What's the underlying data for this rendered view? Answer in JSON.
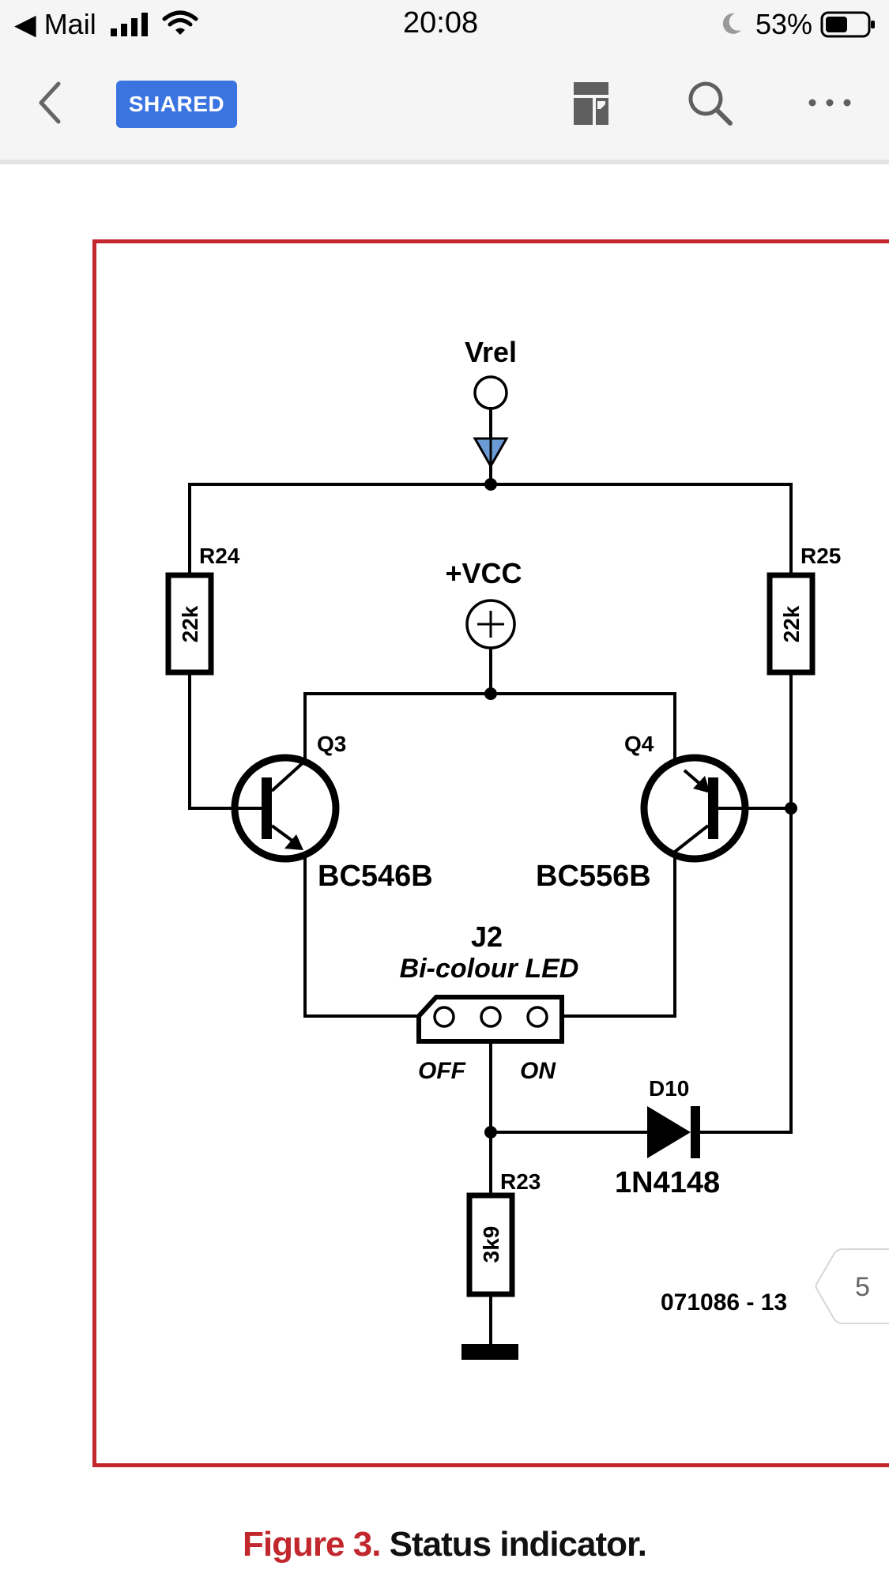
{
  "status_bar": {
    "back_app": "◀ Mail",
    "time": "20:08",
    "battery": "53%"
  },
  "toolbar": {
    "shared_label": "SHARED"
  },
  "icons": {
    "back": "chevron-left-icon",
    "reader": "document-icon",
    "search": "search-icon",
    "more": "more-icon"
  },
  "schematic": {
    "vrel": "Vrel",
    "vcc": "+VCC",
    "r24_name": "R24",
    "r24_value": "22k",
    "r25_name": "R25",
    "r25_value": "22k",
    "q3_name": "Q3",
    "q3_part": "BC546B",
    "q4_name": "Q4",
    "q4_part": "BC556B",
    "j2_name": "J2",
    "j2_desc": "Bi-colour LED",
    "off": "OFF",
    "on": "ON",
    "d10_name": "D10",
    "d10_part": "1N4148",
    "r23_name": "R23",
    "r23_value": "3k9",
    "code": "071086 - 13"
  },
  "caption": {
    "figure": "Figure 3.",
    "text": "Status indicator."
  },
  "page": {
    "number": "5"
  },
  "colors": {
    "accent": "#3b74e0",
    "frame": "#c1272d",
    "vrel_marker": "#6b9bd6"
  }
}
